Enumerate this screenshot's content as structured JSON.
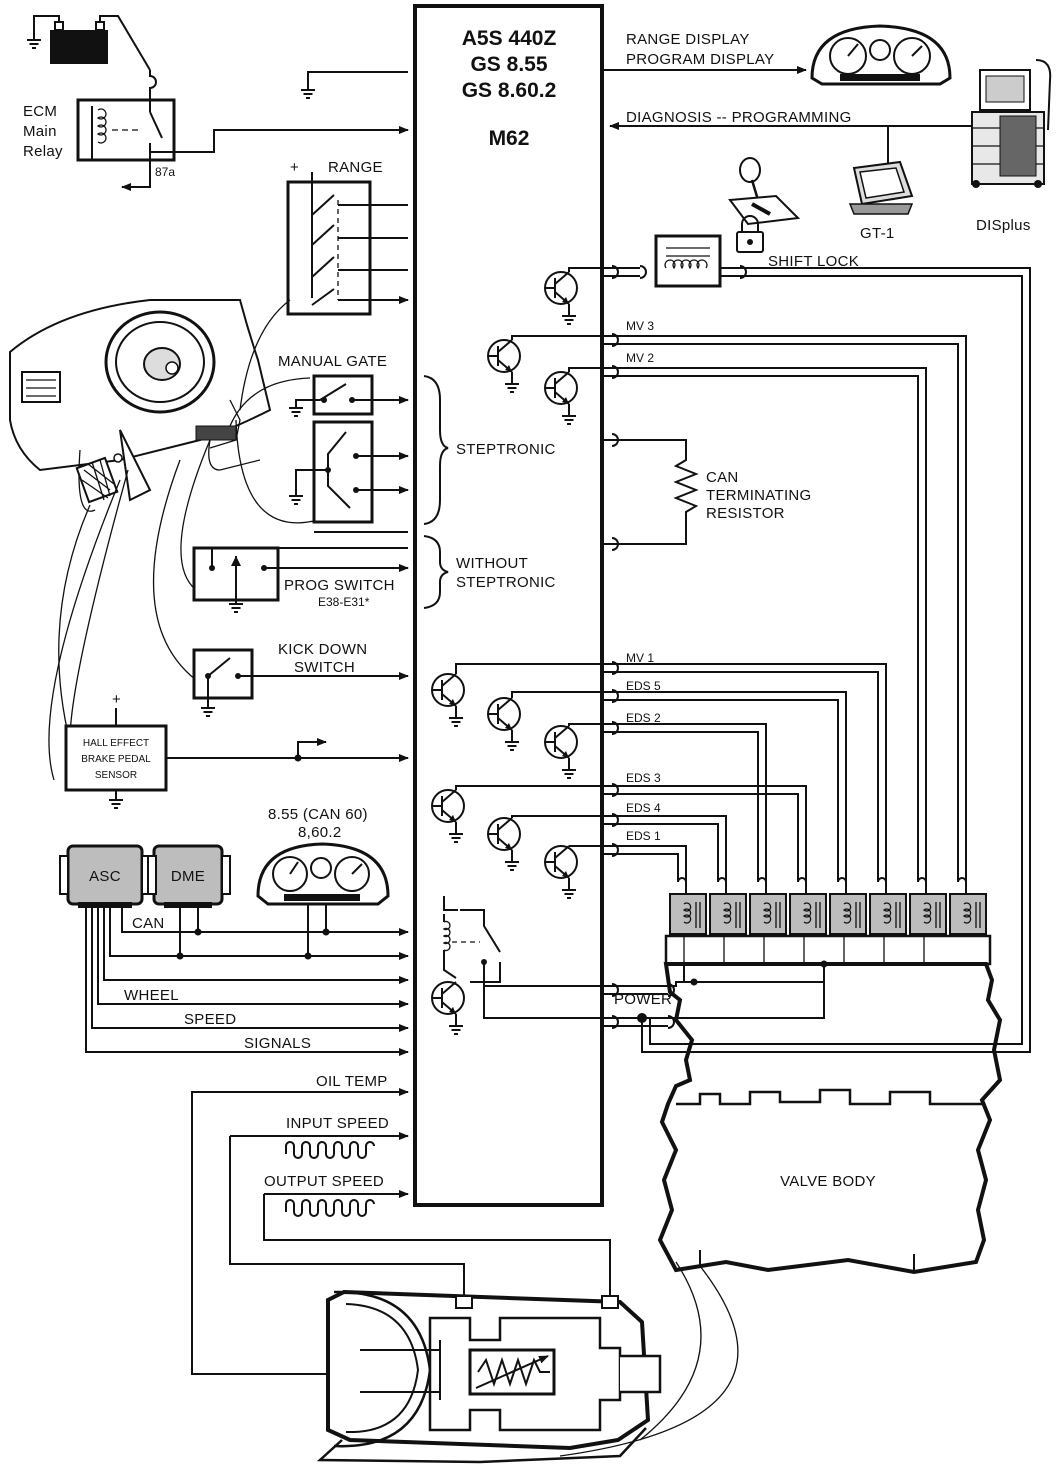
{
  "ecu": {
    "model_lines": [
      "A5S 440Z",
      "GS 8.55",
      "GS 8.60.2"
    ],
    "engine": "M62"
  },
  "labels": {
    "ecm_relay": [
      "ECM",
      "Main",
      "Relay"
    ],
    "pin_87a": "87a",
    "range": "RANGE",
    "plus": "+",
    "range_display": "RANGE DISPLAY",
    "program_display": "PROGRAM DISPLAY",
    "diagnosis": "DIAGNOSIS -- PROGRAMMING",
    "gt1": "GT-1",
    "displus": "DISplus",
    "shift_lock": "SHIFT LOCK",
    "manual_gate": "MANUAL GATE",
    "steptronic": "STEPTRONIC",
    "can_terminating": [
      "CAN",
      "TERMINATING",
      "RESISTOR"
    ],
    "without_steptronic": [
      "WITHOUT",
      "STEPTRONIC"
    ],
    "prog_switch": [
      "PROG SWITCH",
      "E38-E31*"
    ],
    "kick_down": [
      "KICK DOWN",
      "SWITCH"
    ],
    "hall_effect": [
      "HALL EFFECT",
      "BRAKE PEDAL",
      "SENSOR"
    ],
    "cluster_variant": [
      "8.55 (CAN 60)",
      "8,60.2"
    ],
    "asc": "ASC",
    "dme": "DME",
    "can": "CAN",
    "wheel": "WHEEL",
    "speed": "SPEED",
    "signals": "SIGNALS",
    "power": "POWER",
    "oil_temp": "OIL TEMP",
    "input_speed": "INPUT SPEED",
    "output_speed": "OUTPUT SPEED",
    "valve_body": "VALVE BODY"
  },
  "outputs": {
    "mv3": "MV 3",
    "mv2": "MV 2",
    "mv1": "MV 1",
    "eds5": "EDS 5",
    "eds2": "EDS 2",
    "eds3": "EDS 3",
    "eds4": "EDS 4",
    "eds1": "EDS 1"
  },
  "colors": {
    "line": "#111111",
    "module_fill": "#bdbdbd",
    "background": "#ffffff"
  }
}
